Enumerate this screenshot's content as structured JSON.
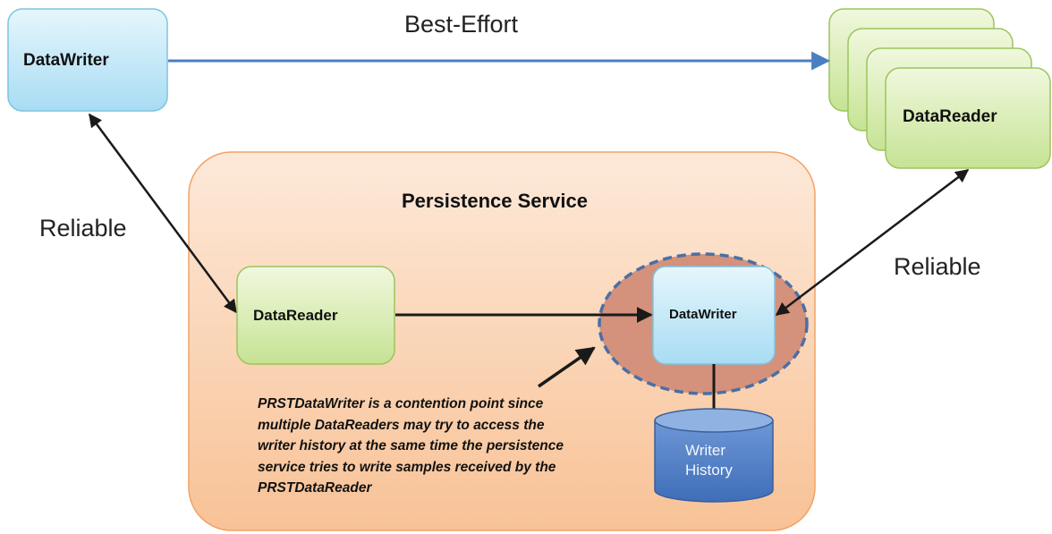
{
  "labels": {
    "best_effort": "Best-Effort",
    "reliable_left": "Reliable",
    "reliable_right": "Reliable"
  },
  "nodes": {
    "top_writer": "DataWriter",
    "top_reader": "DataReader",
    "service_title": "Persistence Service",
    "service_reader": "DataReader",
    "service_writer": "DataWriter",
    "history_line1": "Writer",
    "history_line2": "History"
  },
  "note": {
    "lines": [
      "PRSTDataWriter is a contention point since",
      "multiple DataReaders may try to access the",
      "writer history at the same time the persistence",
      "service tries to write samples received by the",
      "PRSTDataReader"
    ]
  },
  "colors": {
    "writer_fill": "#c5e8f7",
    "reader_fill": "#dcedb6",
    "service_fill": "#fbd7b5",
    "contention_fill": "#d4917c",
    "contention_border": "#4a6fa5",
    "history_fill": "#4f80c8",
    "best_effort_arrow": "#4a7fc1",
    "reliable_arrow": "#1a1a1a"
  }
}
